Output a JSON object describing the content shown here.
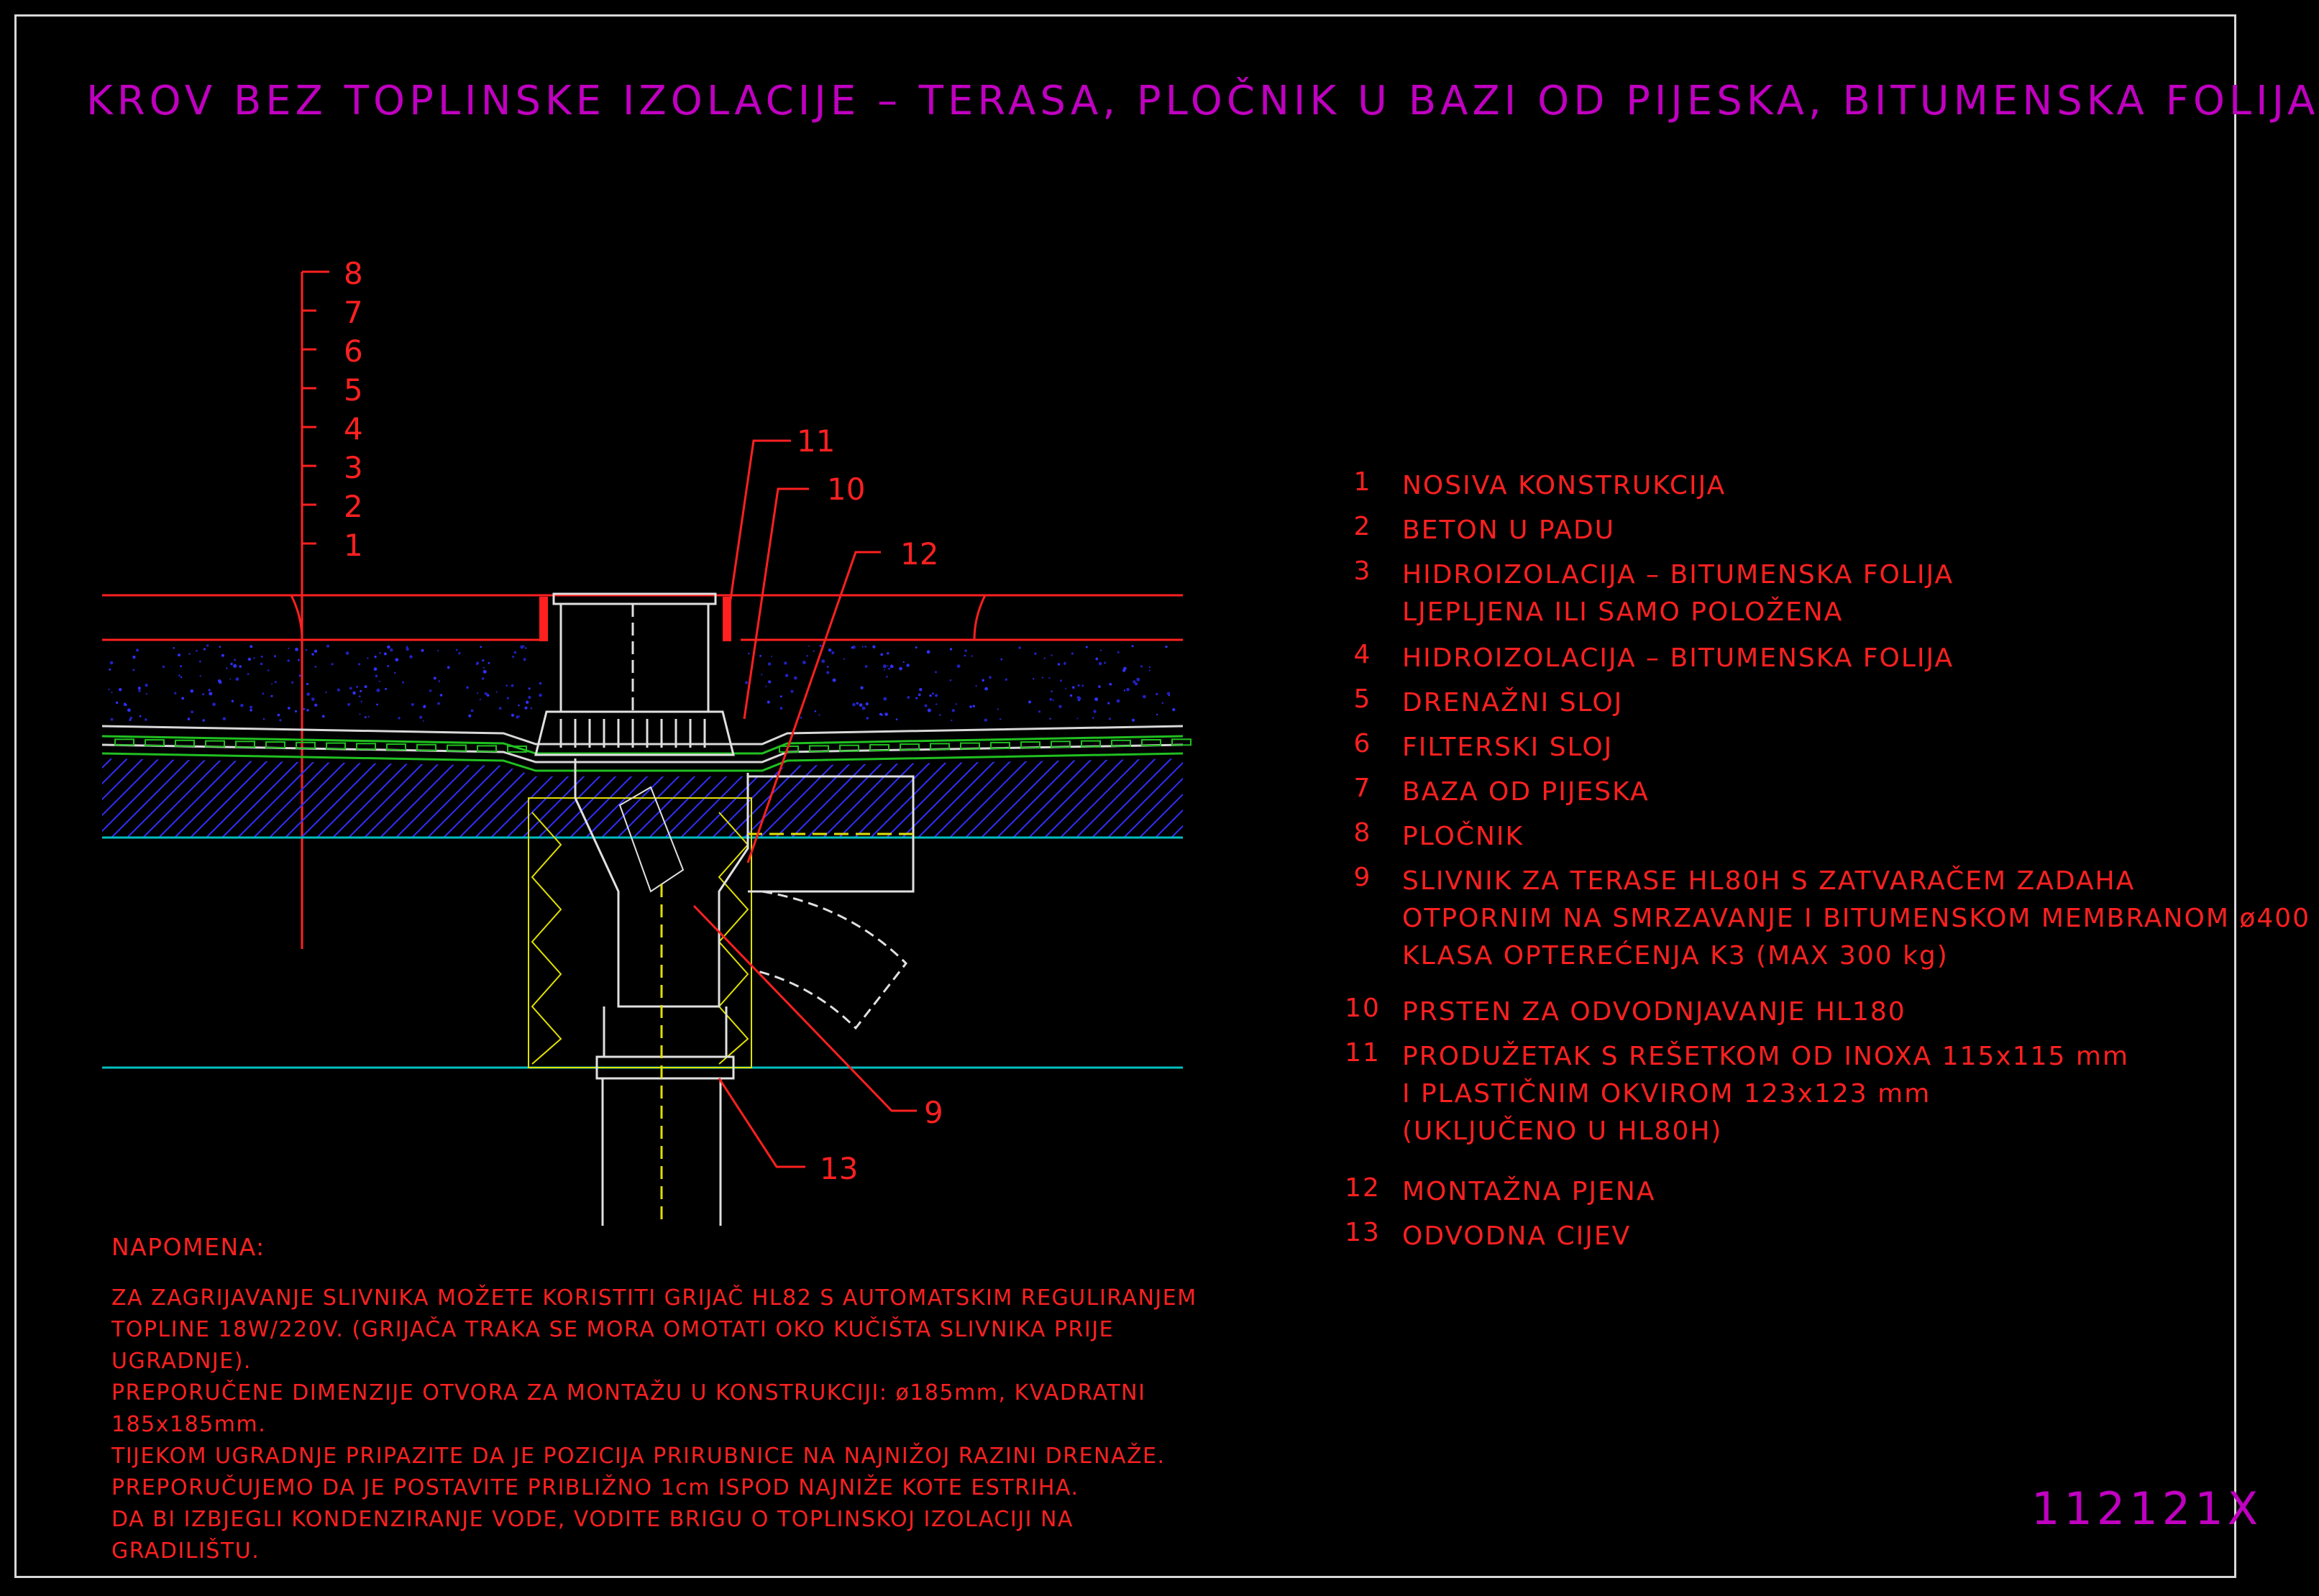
{
  "title": "KROV BEZ TOPLINSKE IZOLACIJE – TERASA, PLOČNIK U BAZI OD PIJESKA, BITUMENSKA FOLIJA",
  "drawing_code": "112121X",
  "layer_scale": [
    "8",
    "7",
    "6",
    "5",
    "4",
    "3",
    "2",
    "1"
  ],
  "callouts": [
    "11",
    "10",
    "12",
    "9",
    "13"
  ],
  "legend": [
    {
      "num": "1",
      "lines": [
        "NOSIVA KONSTRUKCIJA"
      ]
    },
    {
      "num": "2",
      "lines": [
        "BETON U PADU"
      ]
    },
    {
      "num": "3",
      "lines": [
        "HIDROIZOLACIJA – BITUMENSKA FOLIJA",
        "LJEPLJENA ILI SAMO POLOŽENA"
      ]
    },
    {
      "num": "4",
      "lines": [
        "HIDROIZOLACIJA – BITUMENSKA FOLIJA"
      ]
    },
    {
      "num": "5",
      "lines": [
        "DRENAŽNI SLOJ"
      ]
    },
    {
      "num": "6",
      "lines": [
        "FILTERSKI SLOJ"
      ]
    },
    {
      "num": "7",
      "lines": [
        "BAZA OD PIJESKA"
      ]
    },
    {
      "num": "8",
      "lines": [
        "PLOČNIK"
      ]
    },
    {
      "num": "9",
      "lines": [
        "SLIVNIK ZA TERASE HL80H S ZATVARAČEM ZADAHA",
        "OTPORNIM NA SMRZAVANJE I BITUMENSKOM MEMBRANOM ø400",
        "KLASA OPTEREĆENJA K3 (MAX 300 kg)"
      ]
    },
    {
      "num": "10",
      "lines": [
        "PRSTEN ZA ODVODNJAVANJE HL180"
      ]
    },
    {
      "num": "11",
      "lines": [
        "PRODUŽETAK S REŠETKOM OD INOXA 115x115 mm",
        "I PLASTIČNIM OKVIROM 123x123 mm",
        "(UKLJUČENO U HL80H)"
      ]
    },
    {
      "num": "12",
      "lines": [
        "MONTAŽNA PJENA"
      ]
    },
    {
      "num": "13",
      "lines": [
        "ODVODNA CIJEV"
      ]
    }
  ],
  "notes": {
    "title": "NAPOMENA:",
    "lines": [
      "ZA ZAGRIJAVANJE SLIVNIKA MOŽETE KORISTITI GRIJAČ HL82 S AUTOMATSKIM REGULIRANJEM",
      "TOPLINE 18W/220V. (GRIJAČA TRAKA SE MORA OMOTATI OKO KUČIŠTA SLIVNIKA PRIJE",
      "UGRADNJE).",
      "PREPORUČENE DIMENZIJE OTVORA ZA MONTAŽU U KONSTRUKCIJI: ø185mm, KVADRATNI",
      "185x185mm.",
      "TIJEKOM UGRADNJE PRIPAZITE DA JE POZICIJA PRIRUBNICE NA NAJNIŽOJ RAZINI DRENAŽE.",
      "PREPORUČUJEMO DA JE POSTAVITE PRIBLIŽNO 1cm ISPOD NAJNIŽE KOTE ESTRIHA.",
      "DA BI IZBJEGLI KONDENZIRANJE VODE, VODITE BRIGU O TOPLINSKOJ IZOLACIJI NA",
      "GRADILIŠTU."
    ]
  },
  "colors": {
    "title": "#c000c0",
    "text": "#ff2020",
    "frame": "#d8d8d8",
    "membrane_green": "#20c020",
    "concrete_blue": "#3030ff",
    "insulation_yellow": "#e0e000",
    "pipe_white": "#e0e0e0",
    "slab_cyan": "#00c0c0"
  }
}
